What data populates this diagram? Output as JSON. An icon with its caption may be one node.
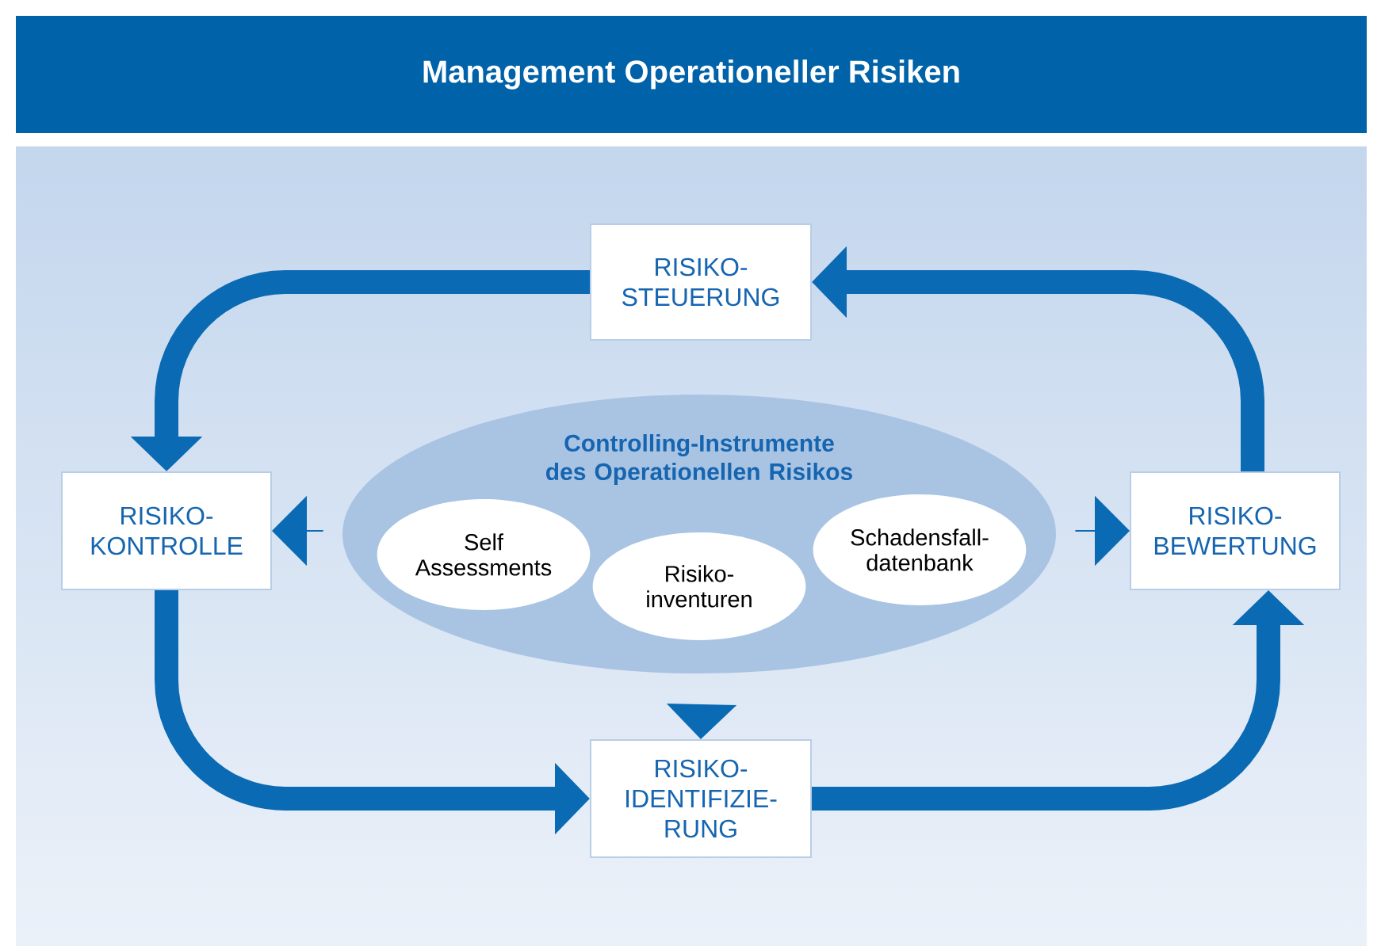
{
  "diagram": {
    "title": "Management Operationeller Risiken",
    "nodes": [
      {
        "text": [
          "RISIKO- STEUERUNG"
        ]
      },
      {
        "text": [
          "RISIKO- KONTROLLE"
        ]
      },
      {
        "text": [
          "Controlling-Instrumente des Operationellen Risikos"
        ]
      },
      {
        "text": [
          "Self Assessments"
        ],
        "in": 2
      },
      {
        "text": [
          "Risiko- inventuren"
        ],
        "in": 2
      },
      {
        "text": [
          "Schadensfall- datenbank"
        ],
        "in": 2
      },
      {
        "text": [
          "RISIKO- BEWERTUNG"
        ]
      },
      {
        "text": [
          "RISIKO- IDENTIFIZIE- RUNG"
        ]
      }
    ],
    "edges": [
      {
        "from": 0,
        "to": 1,
        "arrow": "to"
      },
      {
        "from": 1,
        "to": 7,
        "arrow": "to"
      },
      {
        "from": 7,
        "to": 6,
        "arrow": "to"
      },
      {
        "from": 6,
        "to": 0,
        "arrow": "to"
      },
      {
        "from": 2,
        "to": 1,
        "arrow": "to"
      },
      {
        "from": 2,
        "to": 6,
        "arrow": "to"
      },
      {
        "from": 2,
        "to": 7,
        "arrow": "to"
      }
    ]
  }
}
